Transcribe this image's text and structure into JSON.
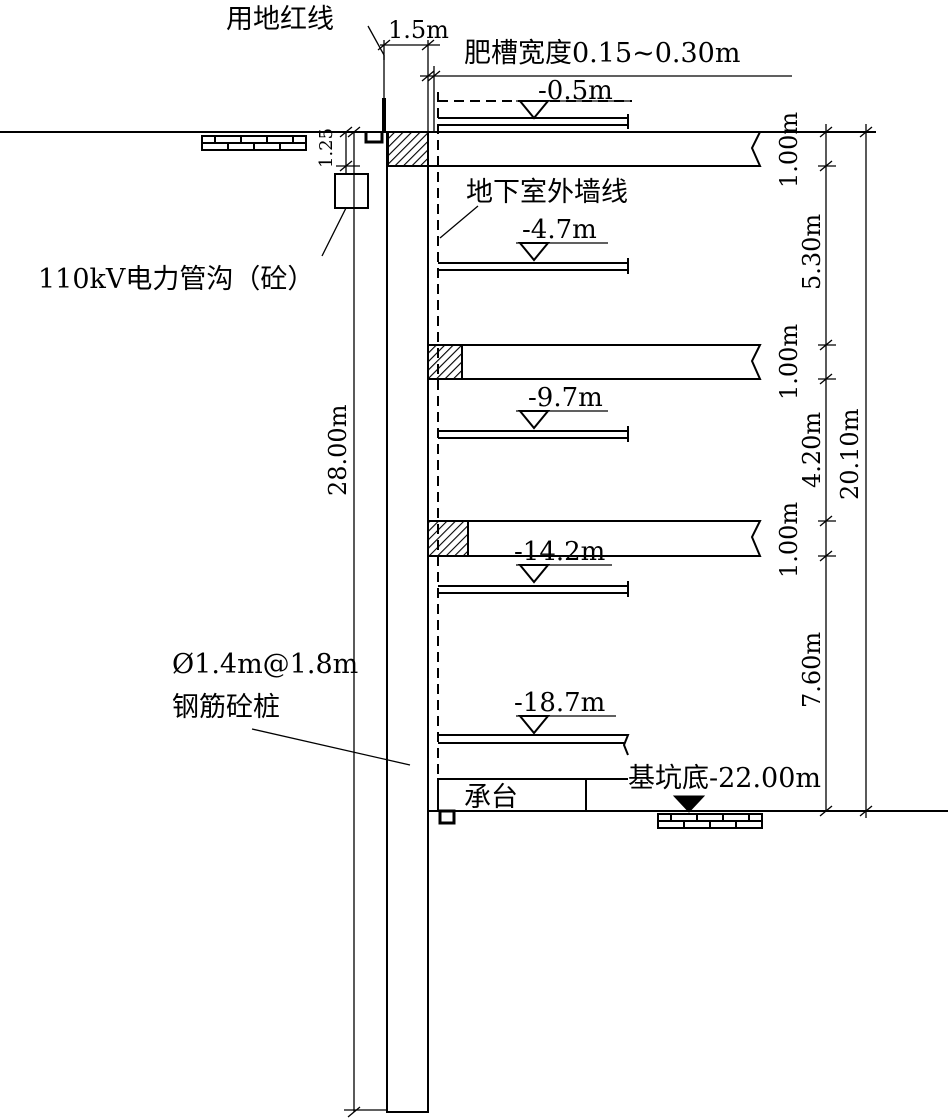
{
  "labels": {
    "red_line": "用地红线",
    "width_top": "1.5m",
    "trench_width": "肥槽宽度0.15~0.30m",
    "basement_wall": "地下室外墙线",
    "power_trench": "110kV电力管沟（砼）",
    "pile_spec": "Ø1.4m@1.8m",
    "pile_name": "钢筋砼桩",
    "cap": "承台",
    "pit_bottom": "基坑底-22.00m",
    "trench_depth": "1.25"
  },
  "levels": [
    "-0.5m",
    "-4.7m",
    "-9.7m",
    "-14.2m",
    "-18.7m"
  ],
  "right_dims": [
    "1.00m",
    "5.30m",
    "1.00m",
    "4.20m",
    "1.00m",
    "7.60m"
  ],
  "total_dim": "20.10m",
  "pile_length": "28.00m"
}
